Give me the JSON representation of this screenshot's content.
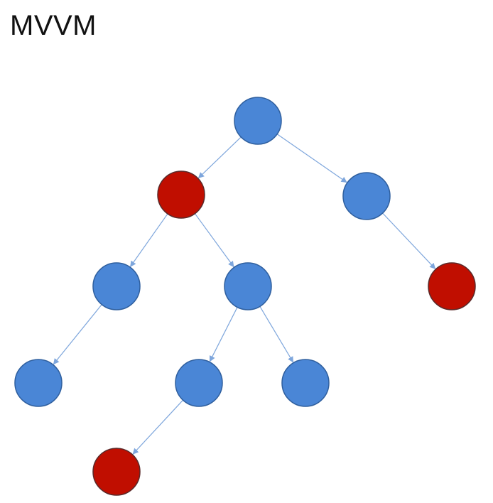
{
  "title": "MVVM",
  "colors": {
    "node_default": "#4a86d6",
    "node_default_stroke": "#2f5f9e",
    "node_highlight": "#c00e00",
    "node_highlight_stroke": "#5a2a2a",
    "edge": "#7ea6dc"
  },
  "tree": {
    "nodes": [
      {
        "id": "root",
        "state": "default"
      },
      {
        "id": "n1",
        "state": "highlight"
      },
      {
        "id": "n2",
        "state": "default"
      },
      {
        "id": "n3",
        "state": "default"
      },
      {
        "id": "n4",
        "state": "default"
      },
      {
        "id": "n5",
        "state": "highlight"
      },
      {
        "id": "n6",
        "state": "default"
      },
      {
        "id": "n7",
        "state": "default"
      },
      {
        "id": "n8",
        "state": "default"
      },
      {
        "id": "n9",
        "state": "highlight"
      }
    ],
    "edges": [
      {
        "from": "root",
        "to": "n1"
      },
      {
        "from": "root",
        "to": "n2"
      },
      {
        "from": "n1",
        "to": "n3"
      },
      {
        "from": "n1",
        "to": "n4"
      },
      {
        "from": "n2",
        "to": "n5"
      },
      {
        "from": "n3",
        "to": "n6"
      },
      {
        "from": "n4",
        "to": "n7"
      },
      {
        "from": "n4",
        "to": "n8"
      },
      {
        "from": "n7",
        "to": "n9"
      }
    ]
  }
}
